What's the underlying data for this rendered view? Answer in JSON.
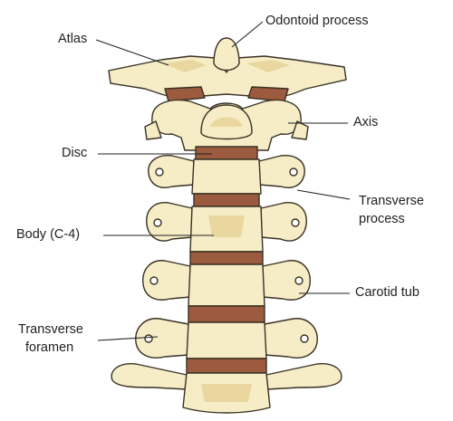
{
  "colors": {
    "bone": "#f6ecc6",
    "bone_shadow": "#ead7a0",
    "outline": "#3a3225",
    "disc": "#9c5a3e",
    "leader": "#222222"
  },
  "labels": {
    "odontoid": "Odontoid process",
    "atlas": "Atlas",
    "axis": "Axis",
    "disc": "Disc",
    "transverse_process_1": "Transverse",
    "transverse_process_2": "process",
    "body": "Body (C-4)",
    "carotid": "Carotid tub",
    "foramen_1": "Transverse",
    "foramen_2": "foramen"
  }
}
